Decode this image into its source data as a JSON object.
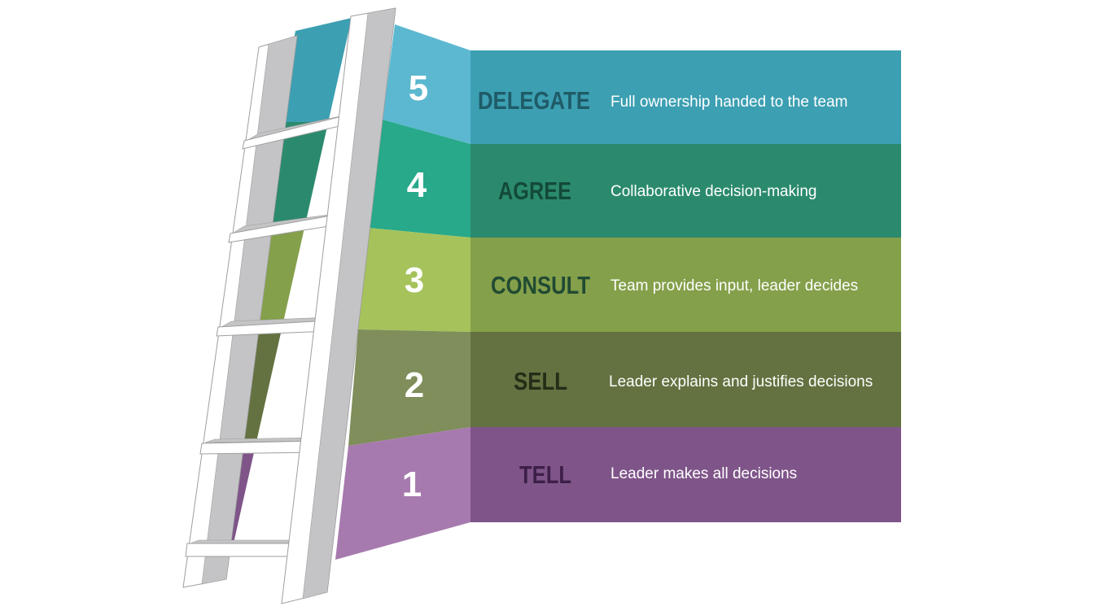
{
  "levels": [
    {
      "number": "5",
      "label": "DELEGATE",
      "description": "Full ownership handed to the team",
      "front": "#3c9fb2",
      "side": "#5cb8d0",
      "labelColor": "#1e5b67"
    },
    {
      "number": "4",
      "label": "AGREE",
      "description": "Collaborative decision-making",
      "front": "#2b8a6d",
      "side": "#27a98a",
      "labelColor": "#134a3a"
    },
    {
      "number": "3",
      "label": "CONSULT",
      "description": "Team provides input, leader decides",
      "front": "#84a04a",
      "side": "#a5c25b",
      "labelColor": "#214a33"
    },
    {
      "number": "2",
      "label": "SELL",
      "description": "Leader explains and justifies decisions",
      "front": "#637240",
      "side": "#7f8e5a",
      "labelColor": "#252d18"
    },
    {
      "number": "1",
      "label": "TELL",
      "description": "Leader makes all decisions",
      "front": "#7f5589",
      "side": "#a67aae",
      "labelColor": "#3d1f47"
    }
  ],
  "ladder": {
    "rail": "#ffffff",
    "railShade": "#c4c4c6",
    "outline": "#9e9e9e"
  }
}
